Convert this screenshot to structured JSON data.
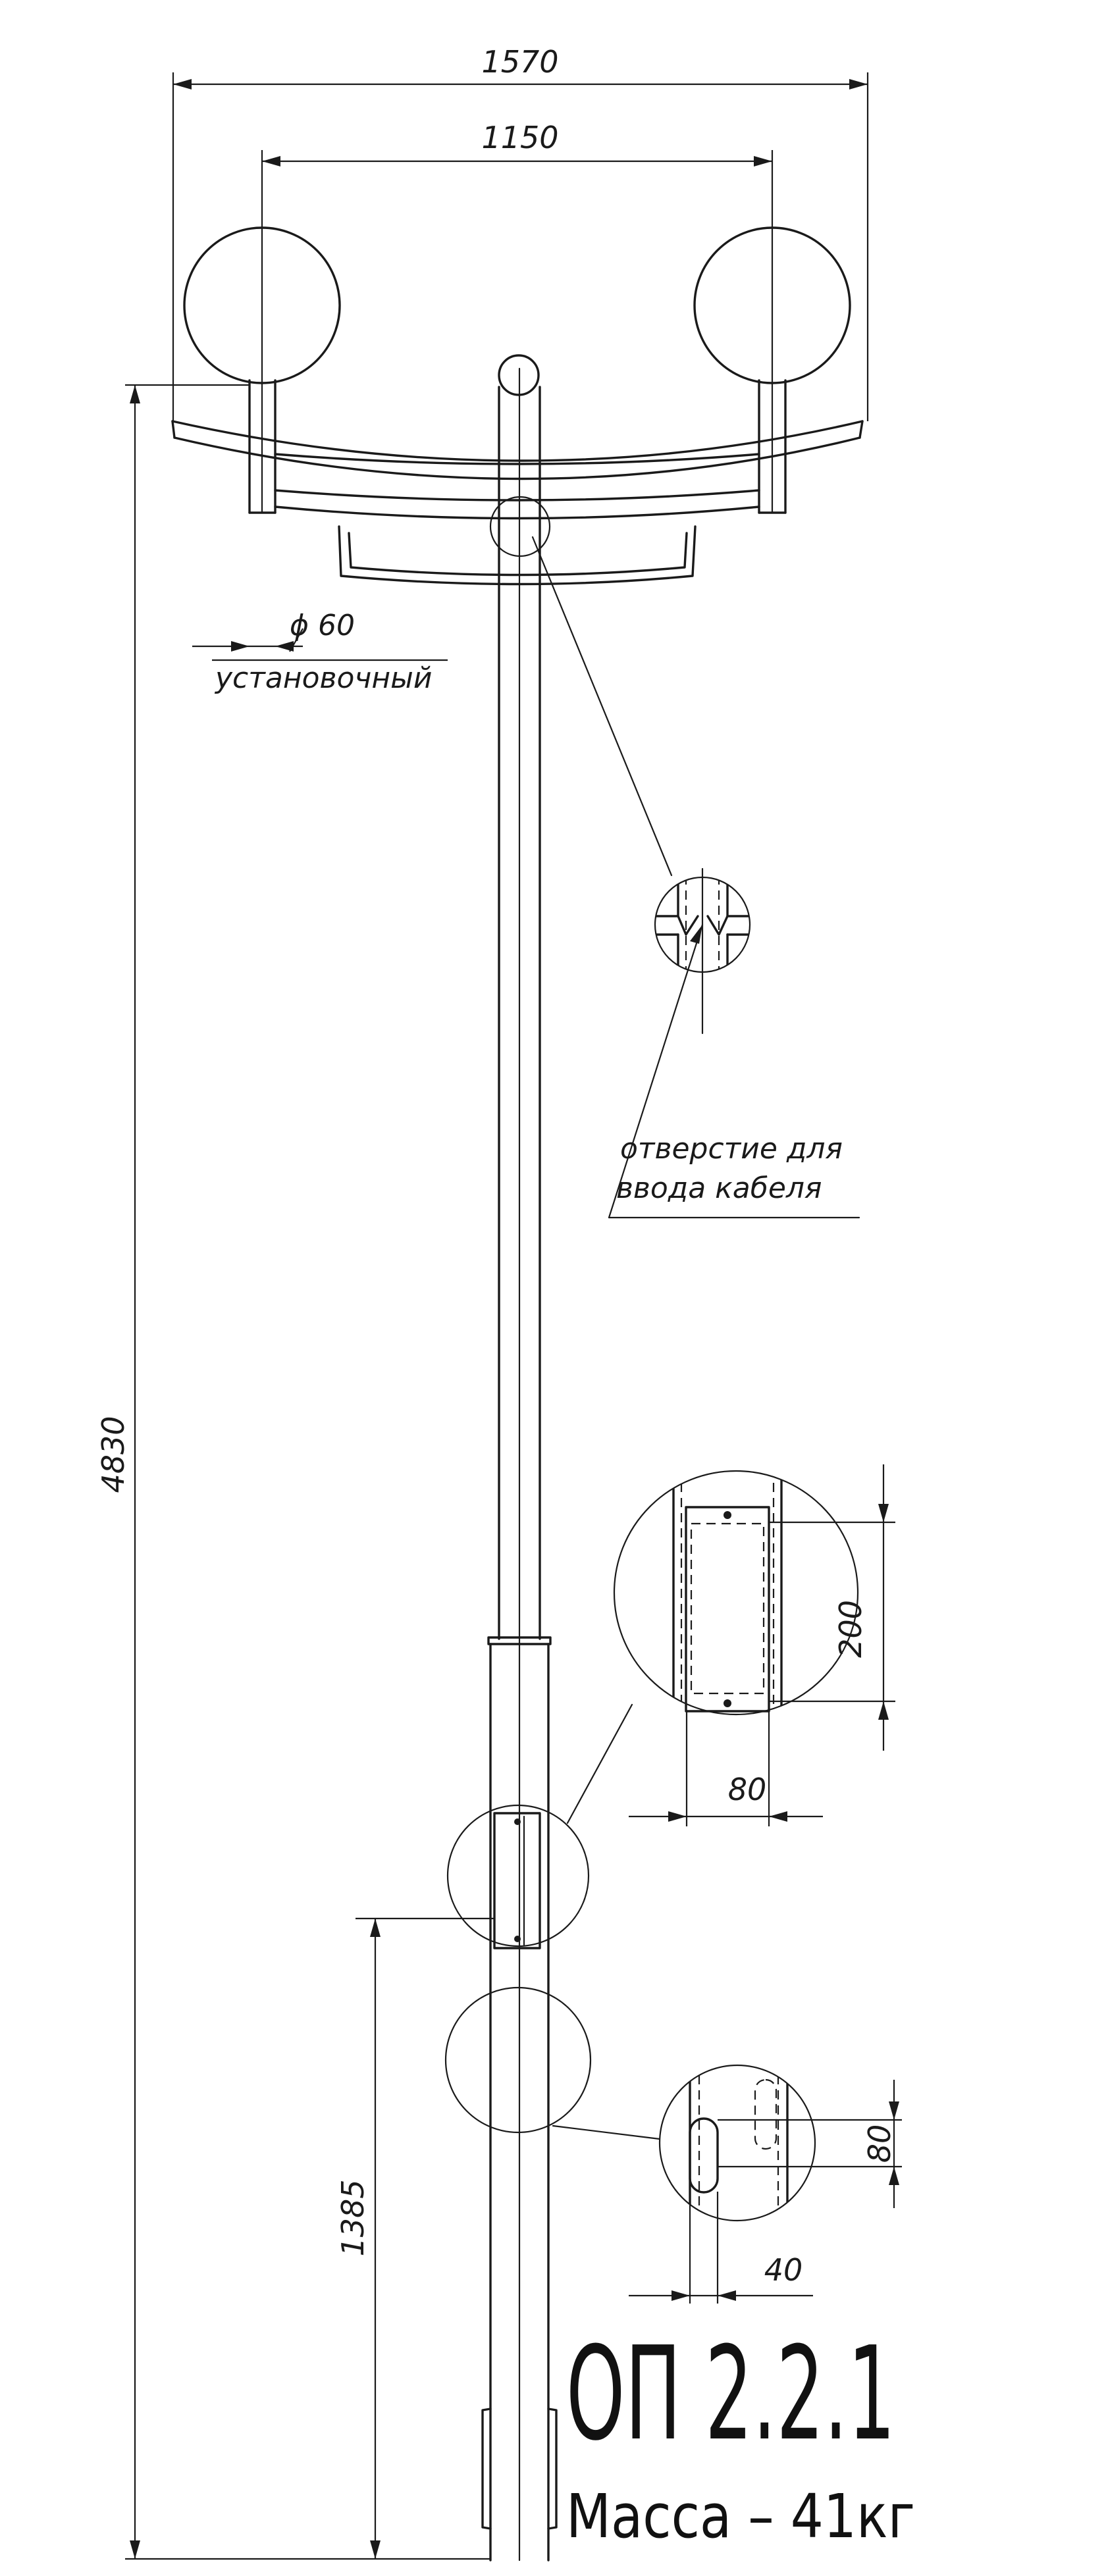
{
  "drawing": {
    "title": "ОП 2.2.1",
    "mass_label": "Масса – 41кг"
  },
  "dimensions": {
    "span_total": "1570",
    "span_lamps": "1150",
    "height_total": "4830",
    "height_door": "1385",
    "door_height": "200",
    "door_width": "80",
    "slot_height": "80",
    "slot_width": "40"
  },
  "annotations": {
    "mount_diameter": "ϕ 60",
    "mount_note": "установочный",
    "cable_hole_line1": "отверстие для",
    "cable_hole_line2": "ввода кабеля"
  },
  "colors": {
    "line": "#1a1a1a",
    "background": "#ffffff"
  }
}
